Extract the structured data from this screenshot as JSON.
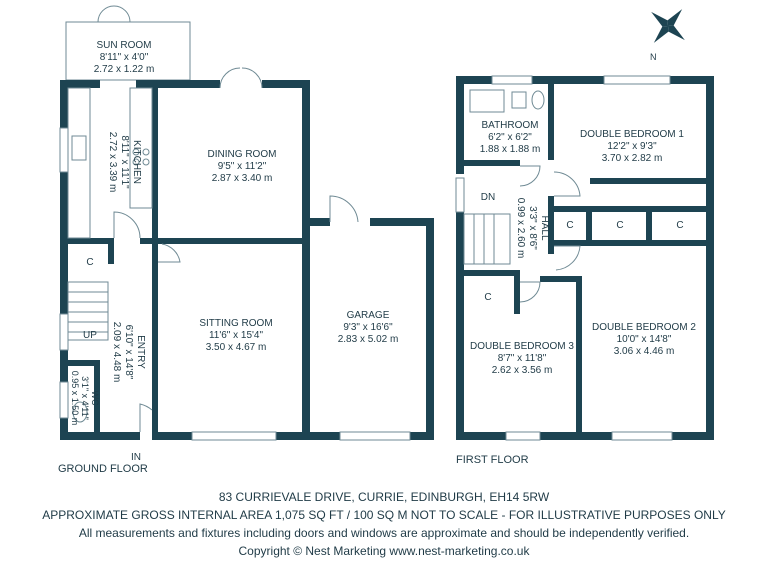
{
  "rooms": {
    "sun_room": {
      "name": "SUN ROOM",
      "imperial": "8'11\" x 4'0\"",
      "metric": "2.72 x 1.22 m"
    },
    "kitchen": {
      "name": "KITCHEN",
      "imperial": "8'11\" x 11'1\"",
      "metric": "2.72 x 3.39 m"
    },
    "dining_room": {
      "name": "DINING ROOM",
      "imperial": "9'5\" x 11'2\"",
      "metric": "2.87 x 3.40 m"
    },
    "sitting_room": {
      "name": "SITTING ROOM",
      "imperial": "11'6\" x 15'4\"",
      "metric": "3.50 x 4.67 m"
    },
    "garage": {
      "name": "GARAGE",
      "imperial": "9'3\" x 16'6\"",
      "metric": "2.83 x 5.02 m"
    },
    "entry": {
      "name": "ENTRY",
      "imperial": "6'10\" x 14'8\"",
      "metric": "2.09 x 4.48 m"
    },
    "wc": {
      "name": "WC",
      "imperial": "3'1\" x 4'11\"",
      "metric": "0.95 x 1.50 m"
    },
    "bathroom": {
      "name": "BATHROOM",
      "imperial": "6'2\" x 6'2\"",
      "metric": "1.88 x 1.88 m"
    },
    "bedroom_1": {
      "name": "DOUBLE BEDROOM 1",
      "imperial": "12'2\" x 9'3\"",
      "metric": "3.70 x 2.82 m"
    },
    "hall": {
      "name": "HALL",
      "imperial": "3'3\" x 8'6\"",
      "metric": "0.99 x 2.60 m"
    },
    "bedroom_2": {
      "name": "DOUBLE BEDROOM 2",
      "imperial": "10'0\" x 14'8\"",
      "metric": "3.06 x 4.46 m"
    },
    "bedroom_3": {
      "name": "DOUBLE BEDROOM 3",
      "imperial": "8'7\" x 11'8\"",
      "metric": "2.62 x 3.56 m"
    }
  },
  "markers": {
    "cupboard": "C",
    "up": "UP",
    "down": "DN",
    "entrance": "IN",
    "north": "N"
  },
  "floors": {
    "ground": "GROUND FLOOR",
    "first": "FIRST FLOOR"
  },
  "footer": {
    "address": "83 CURRIEVALE DRIVE, CURRIE, EDINBURGH, EH14 5RW",
    "area": "APPROXIMATE GROSS INTERNAL AREA  1,075 SQ FT / 100 SQ M     NOT TO SCALE - FOR ILLUSTRATIVE PURPOSES ONLY",
    "disclaimer": "All measurements and fixtures including doors and windows are approximate and should be independently verified.",
    "copyright": "Copyright © Nest Marketing      www.nest-marketing.co.uk"
  },
  "colors": {
    "wall": "#1d4452",
    "text": "#1f3a46",
    "fixture": "#6f8a94"
  }
}
